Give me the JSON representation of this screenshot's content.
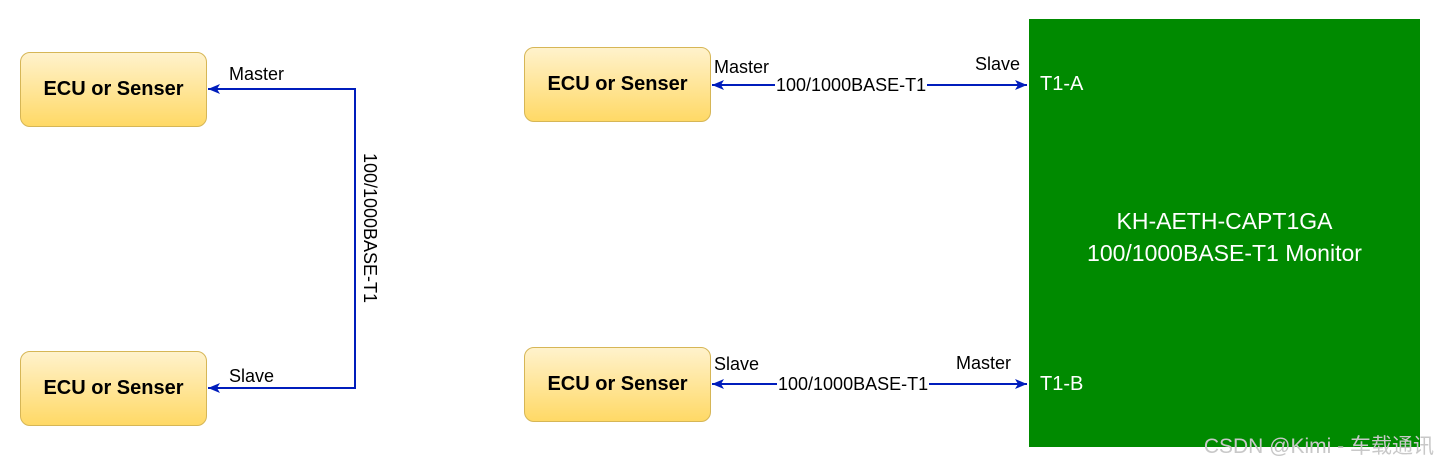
{
  "left": {
    "top_device": "ECU or Senser",
    "bottom_device": "ECU or Senser",
    "top_role": "Master",
    "bottom_role": "Slave",
    "link": "100/1000BASE-T1"
  },
  "right": {
    "top_device": "ECU or Senser",
    "bottom_device": "ECU or Senser",
    "top_device_role": "Master",
    "top_port_role": "Slave",
    "bottom_device_role": "Slave",
    "bottom_port_role": "Master",
    "top_link": "100/1000BASE-T1",
    "bottom_link": "100/1000BASE-T1"
  },
  "monitor": {
    "line1": "KH-AETH-CAPT1GA",
    "line2": "100/1000BASE-T1 Monitor",
    "port_a": "T1-A",
    "port_b": "T1-B",
    "color": "#008a00"
  },
  "wire_color": "#001dbc",
  "watermark": "CSDN @Kimi - 车载通讯"
}
